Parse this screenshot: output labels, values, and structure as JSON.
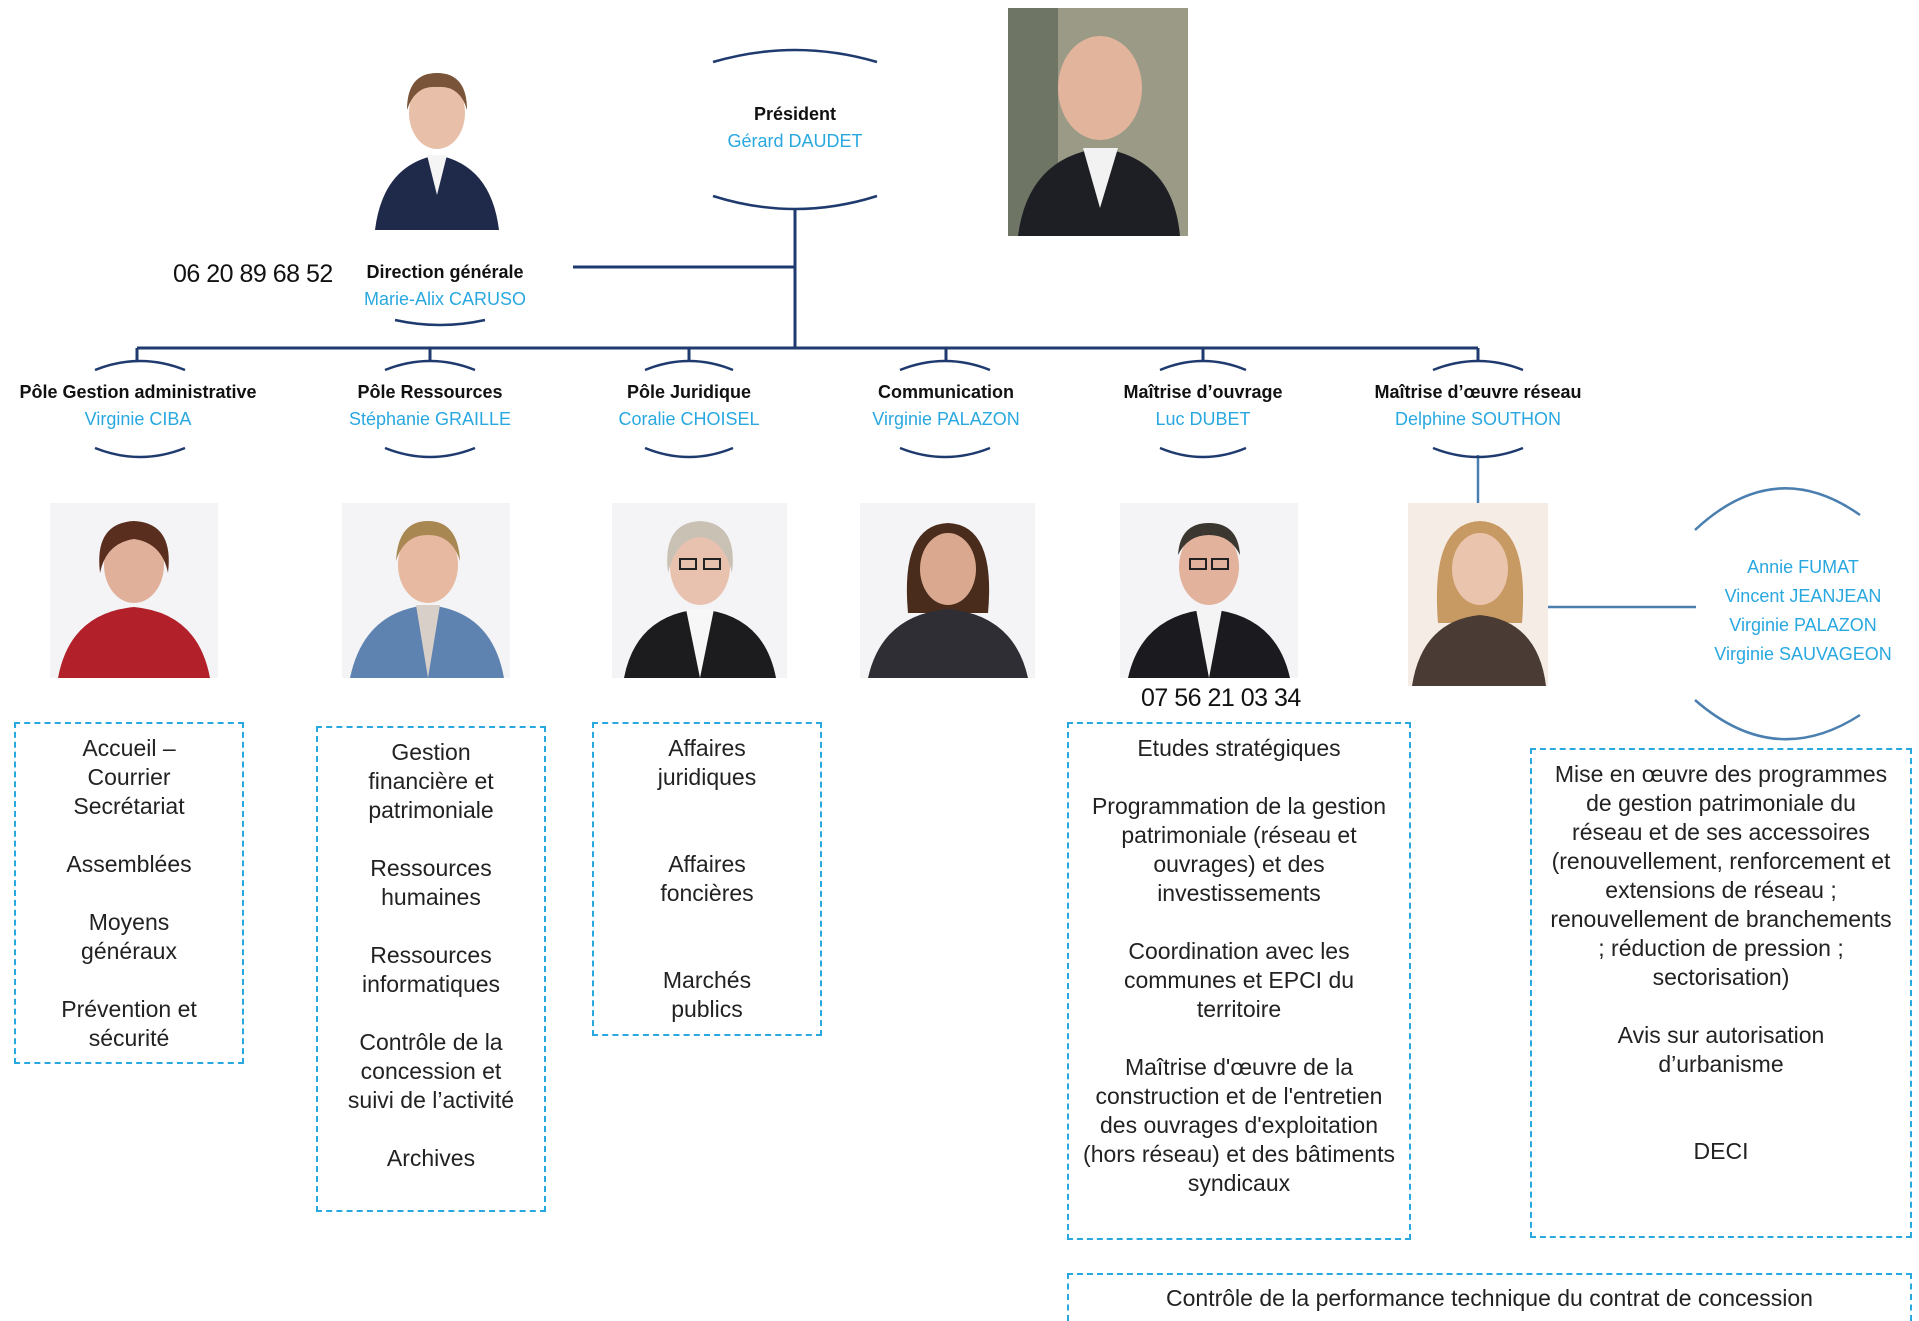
{
  "president": {
    "role": "Président",
    "name": "Gérard DAUDET"
  },
  "direction": {
    "role": "Direction générale",
    "name": "Marie-Alix CARUSO",
    "phone": "06 20 89 68 52"
  },
  "poles": [
    {
      "role": "Pôle Gestion administrative",
      "name": "Virginie CIBA"
    },
    {
      "role": "Pôle Ressources",
      "name": "Stéphanie GRAILLE"
    },
    {
      "role": "Pôle Juridique",
      "name": "Coralie CHOISEL"
    },
    {
      "role": "Communication",
      "name": "Virginie PALAZON"
    },
    {
      "role": "Maîtrise d’ouvrage",
      "name": "Luc DUBET"
    },
    {
      "role": "Maîtrise d’œuvre réseau",
      "name": "Delphine SOUTHON"
    }
  ],
  "phone_dubet": "07 56 21 03 34",
  "team_reseau": [
    "Annie FUMAT",
    "Vincent JEANJEAN",
    "Virginie PALAZON",
    "Virginie SAUVAGEON"
  ],
  "tasks": {
    "admin": [
      "Accueil – Courrier Secrétariat",
      "Assemblées",
      "Moyens généraux",
      "Prévention et sécurité"
    ],
    "ressources": [
      "Gestion financière et patrimoniale",
      "Ressources humaines",
      "Ressources informatiques",
      "Contrôle de la concession et suivi de l’activité",
      "Archives"
    ],
    "juridique": [
      "Affaires juridiques",
      "Affaires foncières",
      "Marchés publics"
    ],
    "ouvrage": [
      "Etudes stratégiques",
      "Programmation de la gestion patrimoniale (réseau et ouvrages) et des investissements",
      "Coordination avec les communes et EPCI du territoire",
      "Maîtrise d'œuvre de la construction et de l'entretien des ouvrages d'exploitation (hors réseau) et des bâtiments syndicaux"
    ],
    "reseau": [
      "Mise en œuvre des programmes de gestion patrimoniale du réseau et de ses accessoires (renouvellement, renforcement et extensions de réseau ; renouvellement de branchements ; réduction de pression ; sectorisation)",
      "Avis sur autorisation d’urbanisme",
      "DECI"
    ],
    "bottom": "Contrôle de la performance technique du contrat de concession"
  },
  "colors": {
    "line": "#1f3a6e",
    "accent": "#29a8e0",
    "thin_line": "#4a7fb0"
  }
}
